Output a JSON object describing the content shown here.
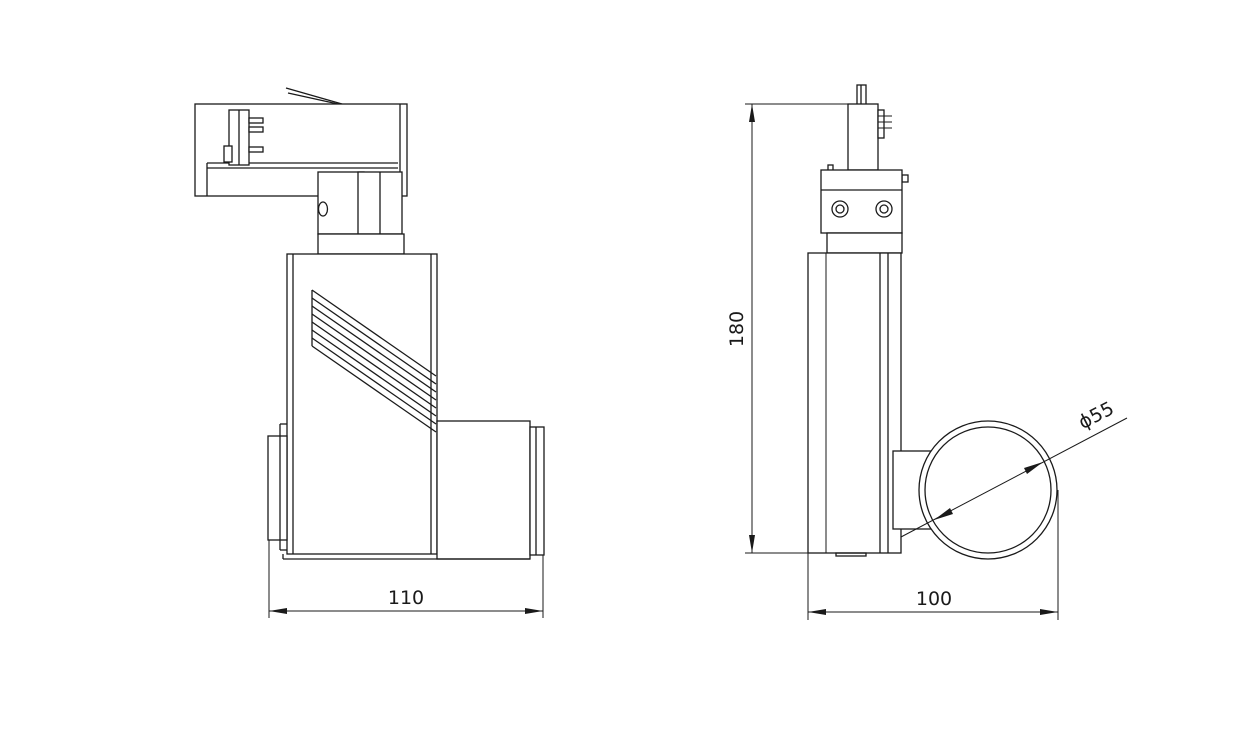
{
  "drawing": {
    "dimensions": {
      "front_width": "110",
      "side_height": "180",
      "side_width": "100",
      "lens_diameter": "ϕ55"
    }
  }
}
